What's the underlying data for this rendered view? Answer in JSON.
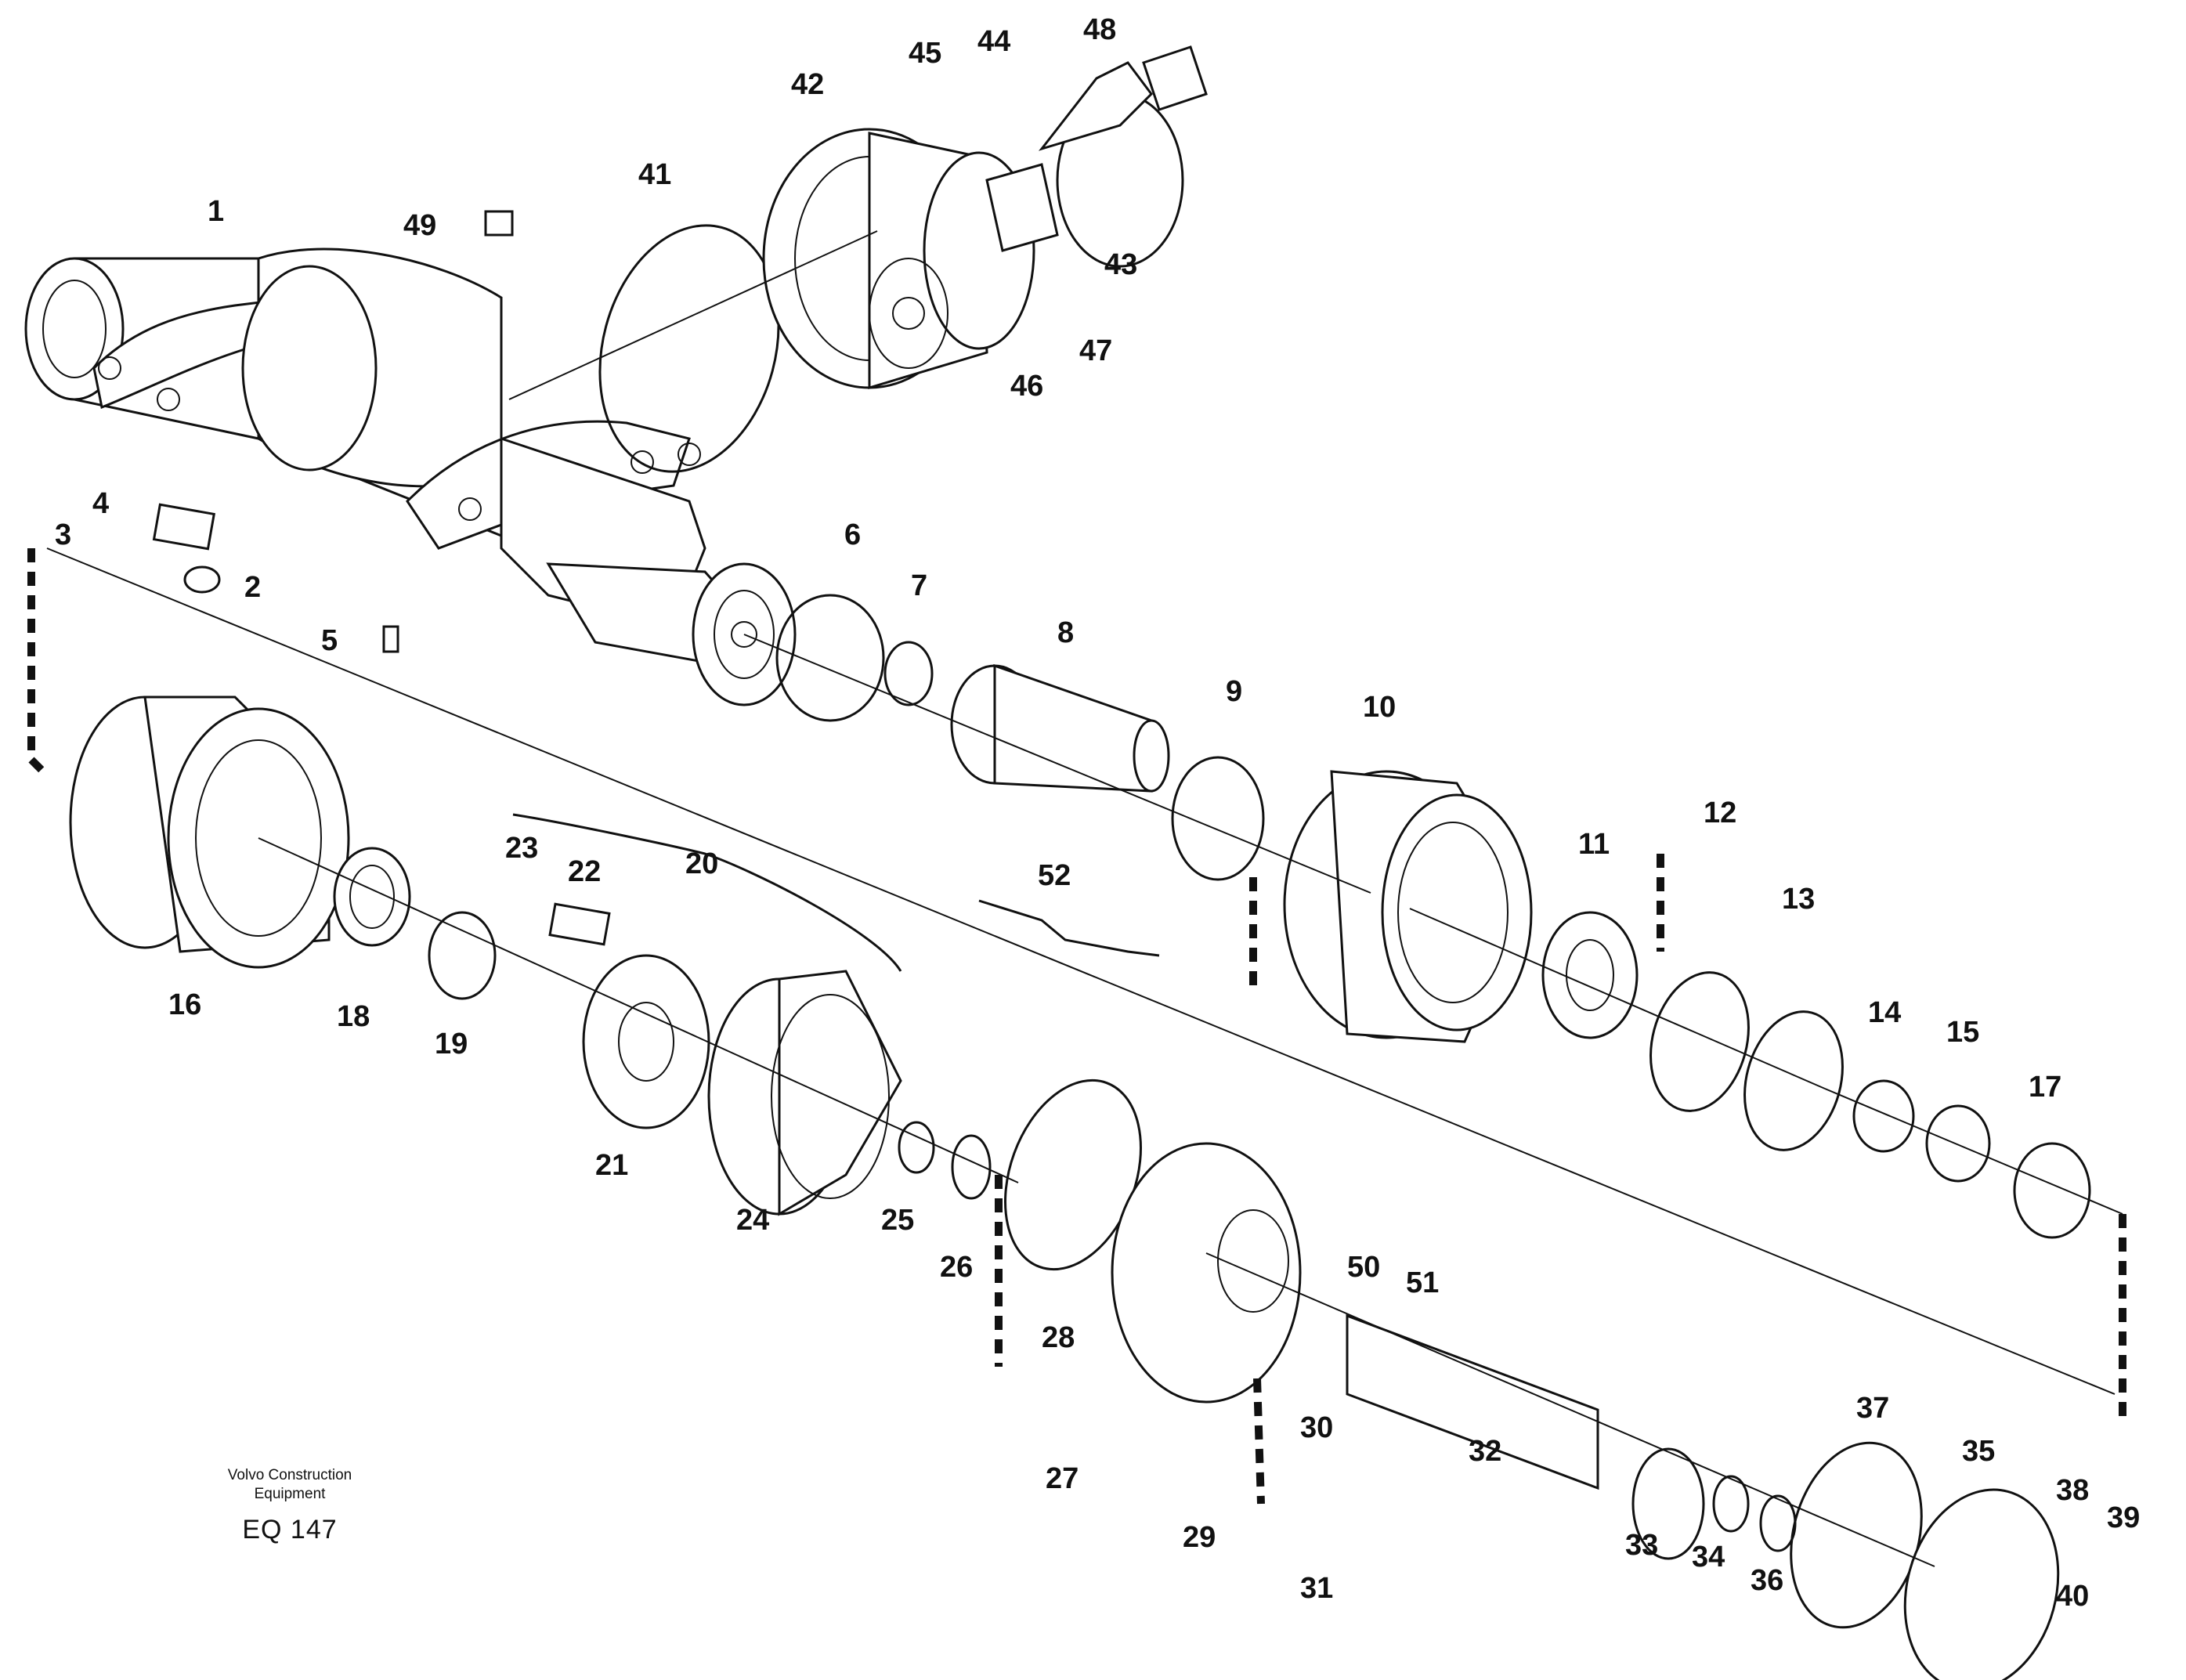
{
  "diagram": {
    "labels": {
      "1": "1",
      "2": "2",
      "3": "3",
      "4": "4",
      "5": "5",
      "6": "6",
      "7": "7",
      "8": "8",
      "9": "9",
      "10": "10",
      "11": "11",
      "12": "12",
      "13": "13",
      "14": "14",
      "15": "15",
      "16": "16",
      "17": "17",
      "18": "18",
      "19": "19",
      "20": "20",
      "21": "21",
      "22": "22",
      "23": "23",
      "24": "24",
      "25": "25",
      "26": "26",
      "27": "27",
      "28": "28",
      "29": "29",
      "30": "30",
      "31": "31",
      "32": "32",
      "33": "33",
      "34": "34",
      "35": "35",
      "36": "36",
      "37": "37",
      "38": "38",
      "39": "39",
      "40": "40",
      "41": "41",
      "42": "42",
      "43": "43",
      "44": "44",
      "45": "45",
      "46": "46",
      "47": "47",
      "48": "48",
      "49": "49",
      "50": "50",
      "51": "51",
      "52": "52"
    }
  },
  "caption": {
    "line1": "Volvo Construction",
    "line2": "Equipment",
    "code": "EQ 147"
  }
}
